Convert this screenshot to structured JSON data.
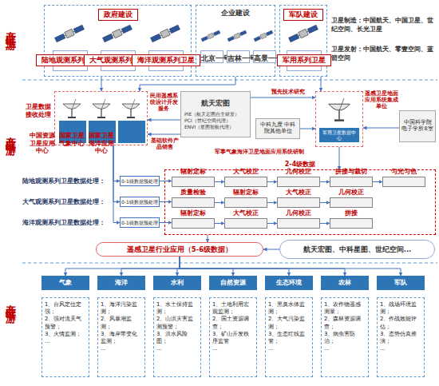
{
  "diagram": {
    "nodes": [
      {
        "text": [
          "政府建设"
        ]
      },
      {
        "text": [
          "陆地观测系列卫星"
        ],
        "in": 0
      },
      {
        "text": [
          "大气观测系列卫星"
        ],
        "in": 0
      },
      {
        "text": [
          "海洋观测系列卫星"
        ],
        "in": 0
      },
      {
        "text": [
          "企业建设"
        ]
      },
      {
        "text": [
          "北京一号"
        ],
        "in": 4
      },
      {
        "text": [
          "吉林一号"
        ],
        "in": 4
      },
      {
        "text": [
          "高景一号"
        ],
        "in": 4
      },
      {
        "text": [
          "军队建设"
        ]
      },
      {
        "text": [
          "军用系列卫星"
        ],
        "in": 8
      },
      {
        "text": [
          "卫星数据接收处理"
        ]
      },
      {
        "text": [
          "中国资源卫星应用中心"
        ],
        "in": 10
      },
      {
        "text": [
          "国家卫星气象中心"
        ],
        "in": 10
      },
      {
        "text": [
          "国家卫星海洋应用中心"
        ],
        "in": 10
      },
      {
        "text": [
          "航天宏图",
          "PIE（航天宏图自主研发）",
          "PCI（世纪空间代理）",
          "ENVI（星图智航代理）"
        ]
      },
      {
        "text": [
          "中科九度 中科院其他单位"
        ]
      },
      {
        "text": [
          "军用卫星数据中心"
        ]
      },
      {
        "text": [
          "中国科学院电子学所8室"
        ]
      },
      {
        "text": [
          "0-1级数据预处理"
        ]
      },
      {
        "text": [
          "0-1级数据预处理"
        ]
      },
      {
        "text": [
          "0-1级数据预处理"
        ]
      },
      {
        "text": [
          "2-4级数据"
        ]
      },
      {
        "text": [
          "辐射定标"
        ],
        "in": 21
      },
      {
        "text": [
          "大气校正"
        ],
        "in": 21
      },
      {
        "text": [
          "几何校正"
        ],
        "in": 21
      },
      {
        "text": [
          "拼接与裁切"
        ],
        "in": 21
      },
      {
        "text": [
          "匀光匀色"
        ],
        "in": 21
      },
      {
        "text": [
          "质量检验"
        ],
        "in": 21
      },
      {
        "text": [
          "辐射定标"
        ],
        "in": 21
      },
      {
        "text": [
          "大气校正"
        ],
        "in": 21
      },
      {
        "text": [
          "几何校正"
        ],
        "in": 21
      },
      {
        "text": [
          "辐射定标"
        ],
        "in": 21
      },
      {
        "text": [
          "大气校正"
        ],
        "in": 21
      },
      {
        "text": [
          "几何校正"
        ],
        "in": 21
      },
      {
        "text": [
          "拼接"
        ],
        "in": 21
      },
      {
        "text": [
          "遥感卫星行业应用（5-6级数据）"
        ]
      },
      {
        "text": [
          "航天宏图、中科星图、世纪空间..."
        ]
      },
      {
        "text": [
          "气象"
        ]
      },
      {
        "text": [
          "海洋"
        ]
      },
      {
        "text": [
          "水利"
        ]
      },
      {
        "text": [
          "自然资源"
        ]
      },
      {
        "text": [
          "生态环境"
        ]
      },
      {
        "text": [
          "农林"
        ]
      },
      {
        "text": [
          "军队"
        ]
      },
      {
        "text": [
          "1、台风定位定强；",
          "2、强对流天气预警；",
          "3、火情监测；",
          "..."
        ]
      },
      {
        "text": [
          "1、海洋污染监测；",
          "2、风暴潮监测；",
          "3、海岸带变化监测；",
          "..."
        ]
      },
      {
        "text": [
          "1、水土保持监测；",
          "2、山洪灾害监测预警；",
          "3、洪水风险图；",
          "..."
        ]
      },
      {
        "text": [
          "1、土地利用宏观监测；",
          "2、国土资源调查；",
          "3、矿山开发秩序监管",
          "..."
        ]
      },
      {
        "text": [
          "1、黑臭水体监测；",
          "2、大气污染监测；",
          "3、生态红线监管；",
          "..."
        ]
      },
      {
        "text": [
          "1、农作物遥感测量；",
          "2、森林资源调查；",
          "3、病虫害防治；",
          "..."
        ]
      },
      {
        "text": [
          "1、战场环境监测；",
          "2、作战效能评估；",
          "3、态势仿真推演；",
          "..."
        ]
      }
    ],
    "edges": [
      {
        "from": 0,
        "to": 10,
        "arrow": "to"
      },
      {
        "from": 4,
        "to": 10,
        "arrow": "to"
      },
      {
        "from": 8,
        "to": 16,
        "arrow": "to"
      },
      {
        "from": 14,
        "to": 10,
        "label": "民用遥感系统设计开发服务",
        "arrow": "to"
      },
      {
        "from": 14,
        "to": 10,
        "label": "基础软件产品销售",
        "arrow": "to"
      },
      {
        "from": 14,
        "to": 16,
        "label": "预先技术研究",
        "arrow": "to"
      },
      {
        "from": 15,
        "to": 16,
        "label": "军事气象海洋卫星地面应用系统研制",
        "arrow": "to"
      },
      {
        "from": 17,
        "to": 16,
        "label": "遥感卫星地面应用系统集成单位",
        "arrow": "to"
      },
      {
        "from": 10,
        "to": 18,
        "arrow": "to"
      },
      {
        "from": 10,
        "to": 19,
        "arrow": "to"
      },
      {
        "from": 10,
        "to": 20,
        "arrow": "to"
      },
      {
        "from": 18,
        "to": 22,
        "arrow": "to"
      },
      {
        "from": 22,
        "to": 23,
        "arrow": "to"
      },
      {
        "from": 23,
        "to": 24,
        "arrow": "to"
      },
      {
        "from": 24,
        "to": 25,
        "arrow": "to"
      },
      {
        "from": 25,
        "to": 26,
        "arrow": "to"
      },
      {
        "from": 19,
        "to": 27,
        "arrow": "to"
      },
      {
        "from": 27,
        "to": 28,
        "arrow": "to"
      },
      {
        "from": 28,
        "to": 29,
        "arrow": "to"
      },
      {
        "from": 29,
        "to": 30,
        "arrow": "to"
      },
      {
        "from": 20,
        "to": 31,
        "arrow": "to"
      },
      {
        "from": 31,
        "to": 32,
        "arrow": "to"
      },
      {
        "from": 32,
        "to": 33,
        "arrow": "to"
      },
      {
        "from": 33,
        "to": 34,
        "arrow": "to"
      },
      {
        "from": 16,
        "to": 21,
        "arrow": "to"
      },
      {
        "from": 21,
        "to": 35,
        "arrow": "to"
      },
      {
        "from": 36,
        "to": 35,
        "arrow": "to"
      },
      {
        "from": 35,
        "to": 37,
        "arrow": "to"
      },
      {
        "from": 35,
        "to": 38,
        "arrow": "to"
      },
      {
        "from": 35,
        "to": 39,
        "arrow": "to"
      },
      {
        "from": 35,
        "to": 40,
        "arrow": "to"
      },
      {
        "from": 35,
        "to": 41,
        "arrow": "to"
      },
      {
        "from": 35,
        "to": 42,
        "arrow": "to"
      },
      {
        "from": 35,
        "to": 43,
        "arrow": "to"
      }
    ],
    "labels": [
      "产业链上游",
      "产业链中游",
      "产业链下游",
      "卫星制造：中国航天、中国卫星、世纪空间、长光卫星",
      "卫星发射：中国航天、零壹空间、蓝箭空间",
      "陆地观测系列卫星数据处理：",
      "大气观测系列卫星数据处理：",
      "海洋观测系列卫星数据处理："
    ]
  }
}
